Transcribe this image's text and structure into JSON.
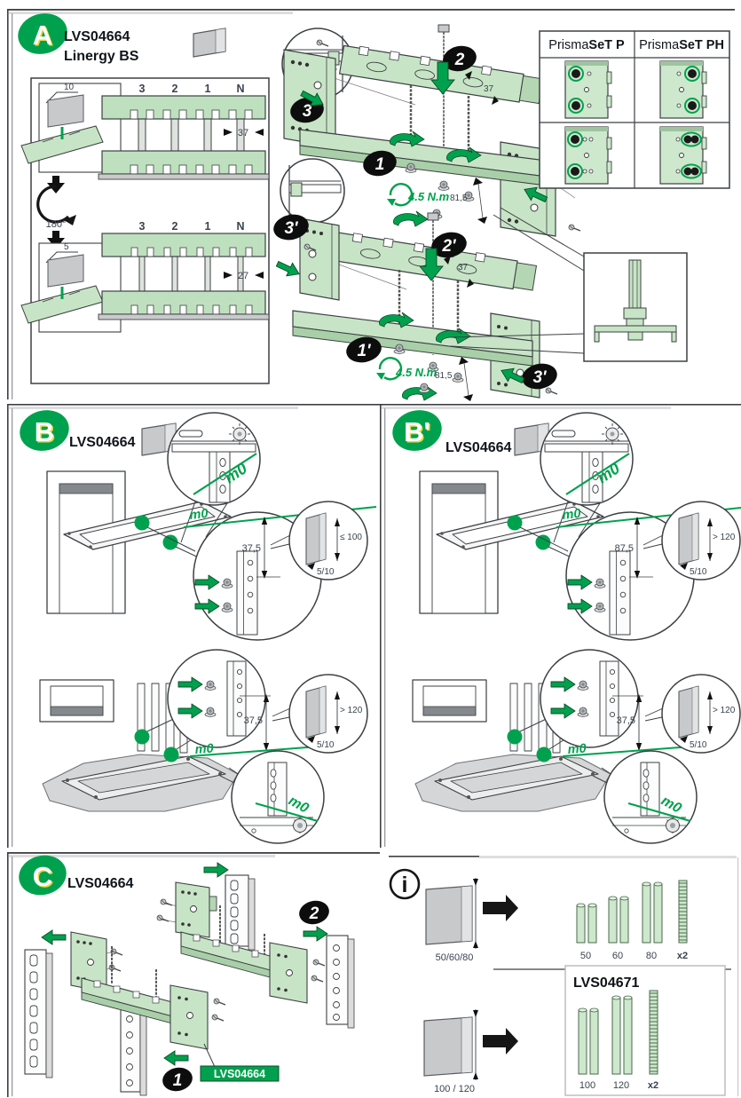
{
  "colors": {
    "green": "#00a14e",
    "part_green": "#c8e4c6",
    "gray_part": "#c7c9cb",
    "line": "#3c4043",
    "dim_text": "#39434e"
  },
  "section_a": {
    "badge": "A",
    "ref": "LVS04664",
    "product": "Linergy BS",
    "phases": [
      "3",
      "2",
      "1",
      "N"
    ],
    "flag_offset_top": "10",
    "flag_offset_bottom": "5",
    "rotation": "180°",
    "pitch_top": "37",
    "pitch_bottom": "27",
    "comb_height": "37",
    "torque": "4.5 N.m",
    "edge_height": "81,5",
    "steps": {
      "s1": "1",
      "s2": "2",
      "s3": "3"
    },
    "steps_prime": {
      "s1": "1'",
      "s2": "2'",
      "s3": "3'"
    },
    "table": {
      "col1": {
        "prefix": "Prisma",
        "bold": "SeT",
        "suffix": "P"
      },
      "col2": {
        "prefix": "Prisma",
        "bold": "SeT",
        "suffix": "PH"
      }
    }
  },
  "section_b": {
    "badge": "B",
    "ref": "LVS04664",
    "m0": "m0",
    "dim_top": "37,5",
    "dim_bottom": "37,5",
    "flag_top_size": "≤ 100",
    "flag_bottom_size": "> 120",
    "thickness": "5/10"
  },
  "section_b_prime": {
    "badge": "B'",
    "ref": "LVS04664",
    "m0": "m0",
    "dim_top": "87,5",
    "dim_bottom": "37,5",
    "flag_top_size": "> 120",
    "flag_bottom_size": "> 120",
    "thickness": "5/10"
  },
  "section_c": {
    "badge": "C",
    "ref": "LVS04664",
    "step1": "1",
    "step2": "2",
    "part_label": "LVS04664"
  },
  "info": {
    "icon": "i",
    "row1": {
      "source": "50/60/80",
      "sizes": [
        "50",
        "60",
        "80"
      ],
      "qty": "x2"
    },
    "row2": {
      "source": "100 / 120",
      "ref": "LVS04671",
      "sizes": [
        "100",
        "120"
      ],
      "qty": "x2"
    }
  }
}
